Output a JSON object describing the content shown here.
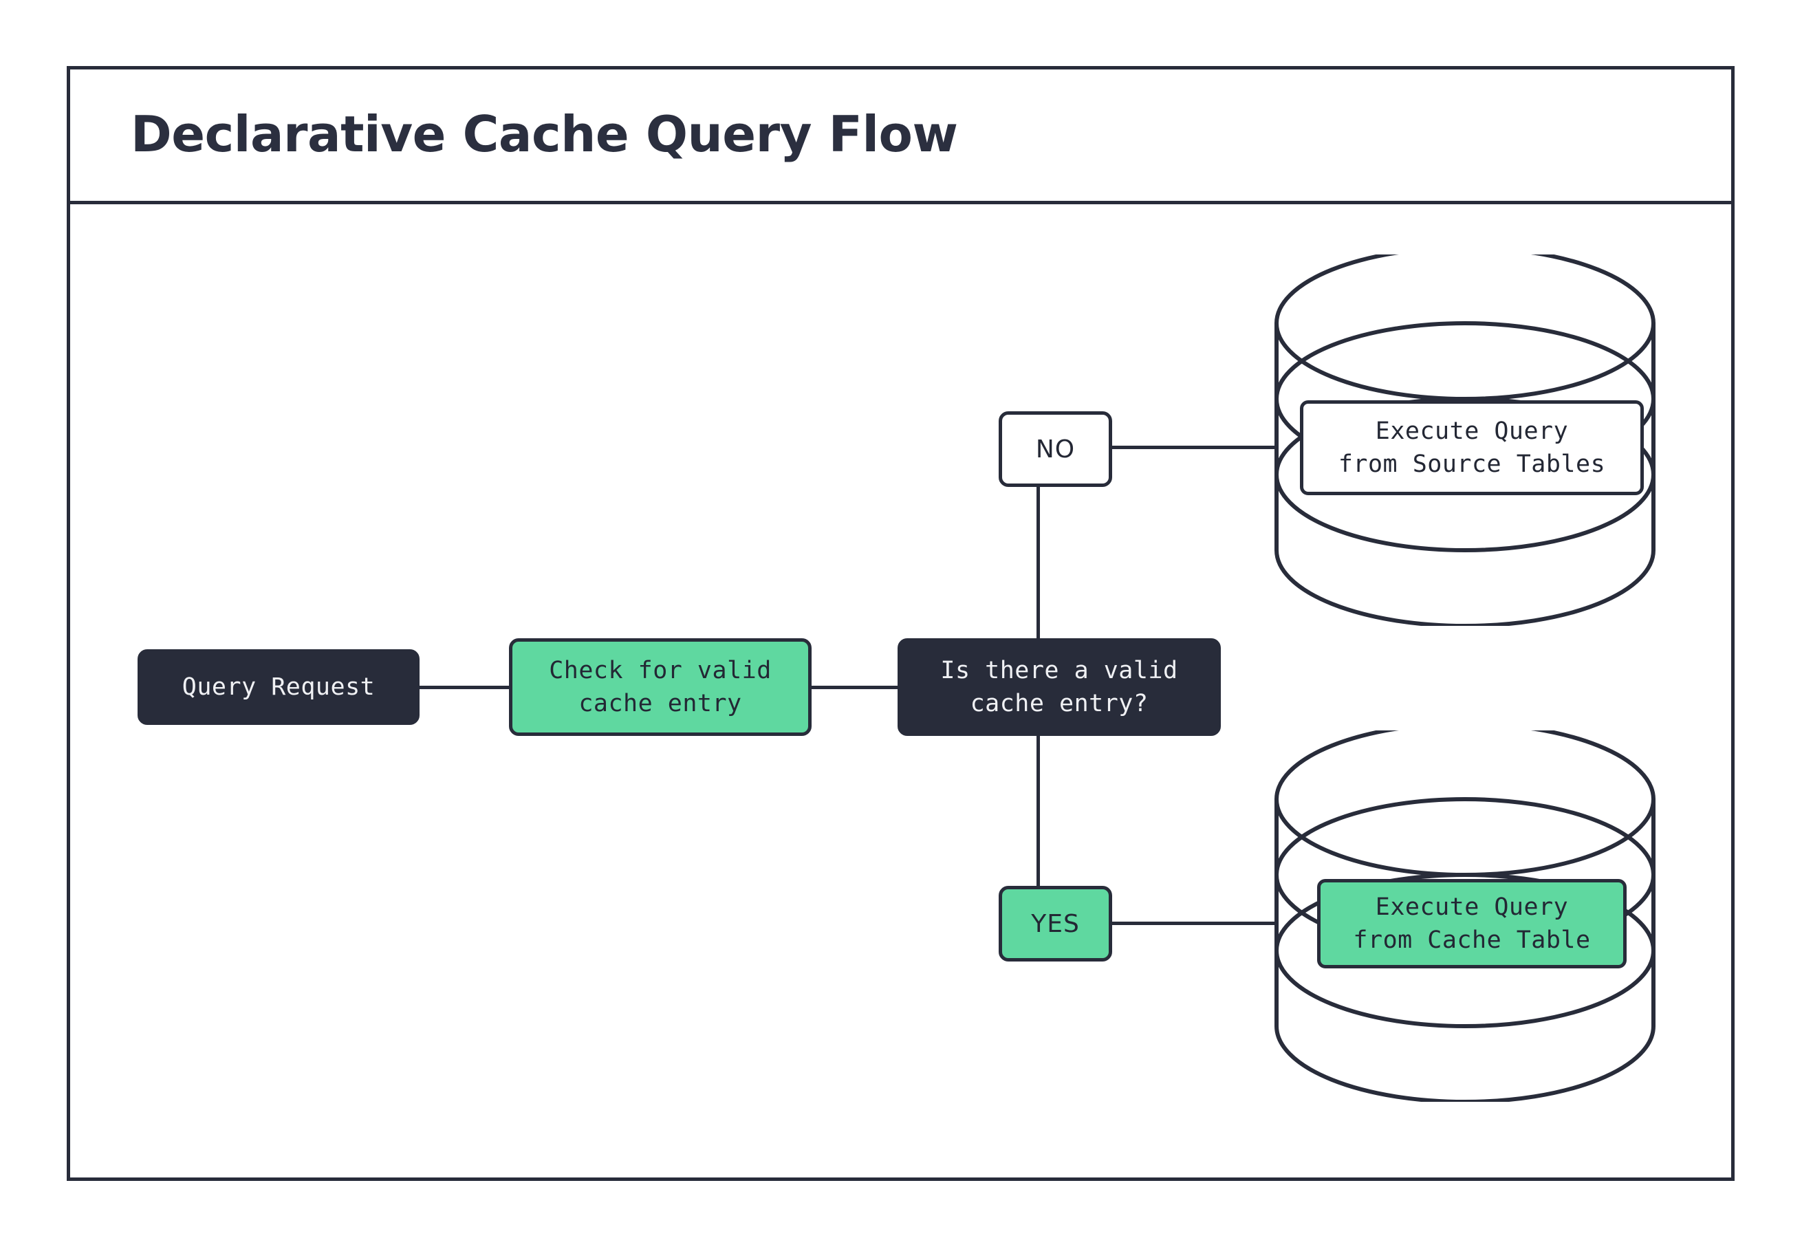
{
  "diagram": {
    "title": "Declarative Cache Query Flow",
    "accent_green": "#5FD8A0",
    "dark_navy": "#282C3A",
    "background": "#FFFFFF"
  },
  "nodes": {
    "query_request": "Query Request",
    "check_cache": "Check for valid\ncache entry",
    "decision": "Is there a valid\ncache entry?",
    "source_db_label": "Execute Query\nfrom Source Tables",
    "cache_db_label": "Execute Query\nfrom Cache Table"
  },
  "edge_labels": {
    "no": "NO",
    "yes": "YES"
  }
}
